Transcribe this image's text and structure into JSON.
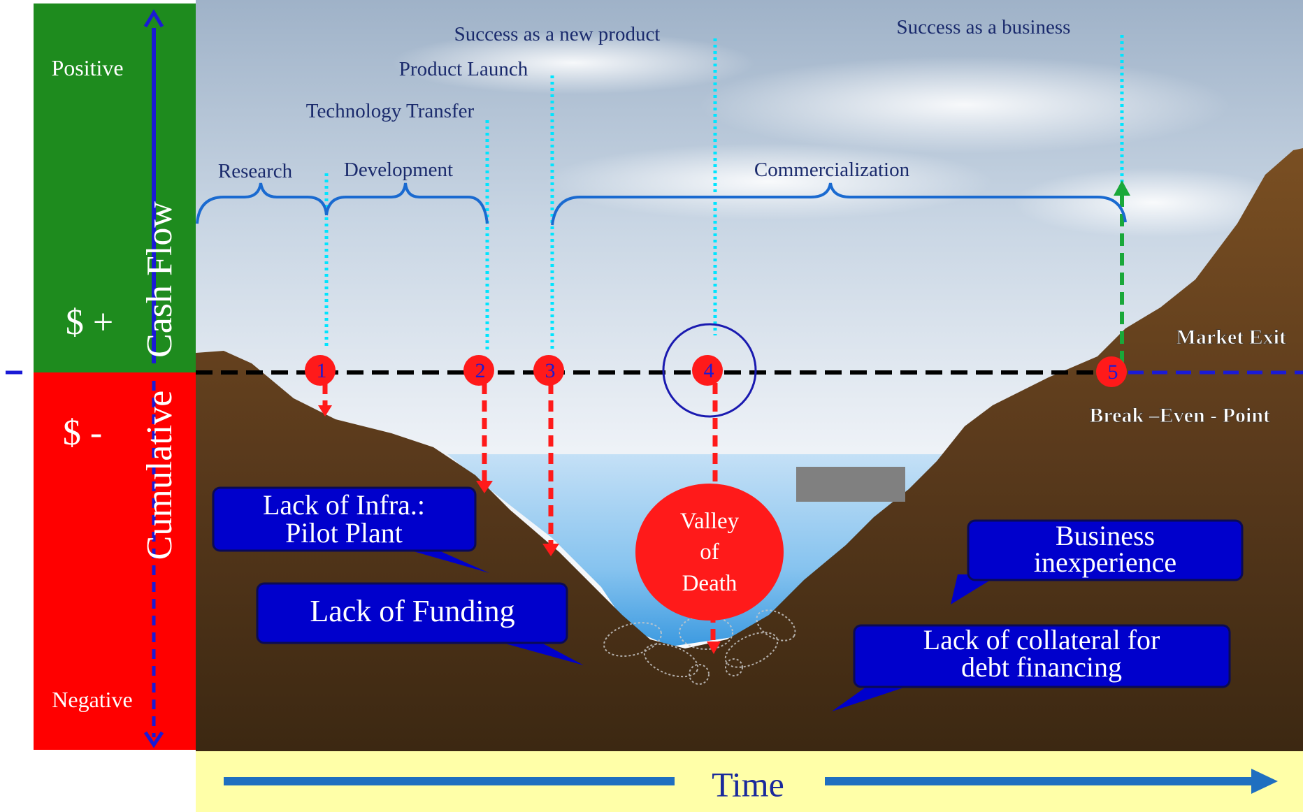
{
  "axis": {
    "positive": "Positive",
    "negative": "Negative",
    "dollar_plus": "$ +",
    "dollar_minus": "$ -",
    "cash_flow": "Cash Flow",
    "cumulative": "Cumulative",
    "time": "Time"
  },
  "milestones": {
    "success_product": "Success as a new product",
    "success_business": "Success as a business",
    "product_launch": "Product Launch",
    "technology_transfer": "Technology Transfer"
  },
  "phases": {
    "research": "Research",
    "development": "Development",
    "commercialization": "Commercialization"
  },
  "points": [
    "1",
    "2",
    "3",
    "4",
    "5"
  ],
  "labels": {
    "market_exit": "Market Exit",
    "break_even": "Break –Even - Point"
  },
  "valley": [
    "Valley",
    "of",
    "Death"
  ],
  "callouts": {
    "infra_line1": "Lack of Infra.:",
    "infra_line2": "Pilot Plant",
    "funding": "Lack of Funding",
    "business_line1": "Business",
    "business_line2": "inexperience",
    "collateral_line1": "Lack of collateral for",
    "collateral_line2": "debt financing"
  },
  "colors": {
    "positive_panel": "#1e8b1e",
    "negative_panel": "#ff0000",
    "ground": "#5a3a1e",
    "callout": "#0000cc",
    "time_band": "#ffffa8",
    "time_arrow": "#1f6fc0",
    "text_navy": "#1a2a6c"
  }
}
